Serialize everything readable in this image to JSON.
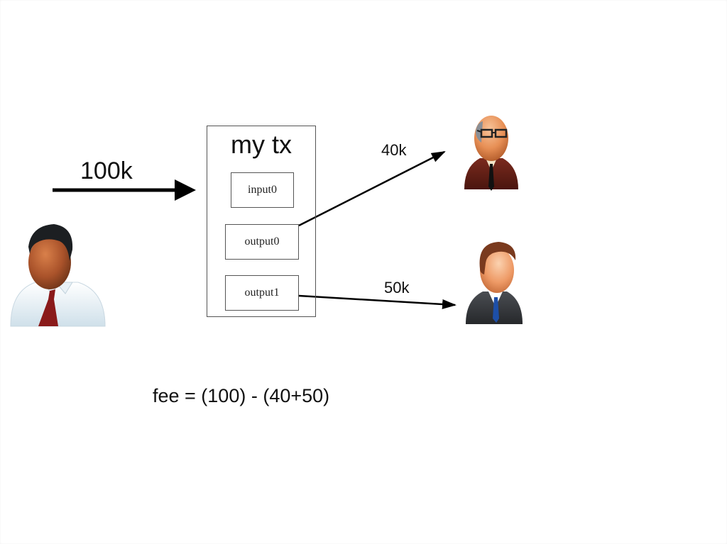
{
  "diagram": {
    "sender": {
      "role": "sender",
      "amount_label": "100k"
    },
    "transaction": {
      "title": "my tx",
      "slots": [
        {
          "id": "input0",
          "label": "input0"
        },
        {
          "id": "output0",
          "label": "output0"
        },
        {
          "id": "output1",
          "label": "output1"
        }
      ]
    },
    "recipients": [
      {
        "role": "recipient-1",
        "amount_label": "40k",
        "from": "output0"
      },
      {
        "role": "recipient-2",
        "amount_label": "50k",
        "from": "output1"
      }
    ],
    "formula": "fee = (100) - (40+50)"
  },
  "colors": {
    "arrow": "#000000",
    "box_border": "#555555",
    "background": "#ffffff"
  }
}
